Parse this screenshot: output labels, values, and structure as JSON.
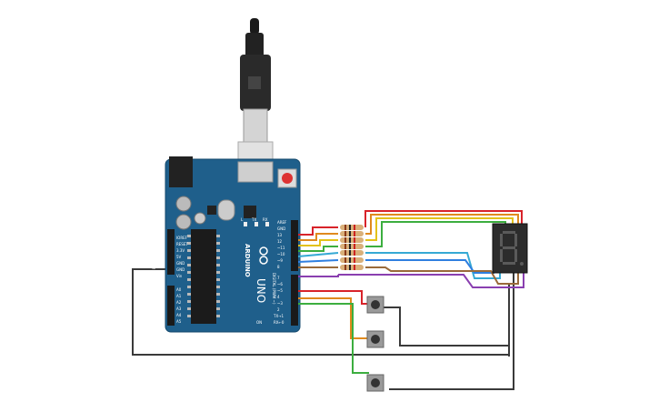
{
  "board": {
    "brand": "ARDUINO",
    "model": "UNO",
    "pwr_labels": [
      "IOREF",
      "RESET",
      "3.3V",
      "5V",
      "GND",
      "GND",
      "Vin"
    ],
    "analog_labels": [
      "A0",
      "A1",
      "A2",
      "A3",
      "A4",
      "A5"
    ],
    "top_labels": [
      "AREF",
      "GND",
      "13",
      "12",
      "~11",
      "~10",
      "~9",
      "8"
    ],
    "bottom_labels": [
      "7",
      "~6",
      "~5",
      "4",
      "~3",
      "2",
      "TX→1",
      "RX←0"
    ],
    "digital_caption": "DIGITAL (PWM ~)",
    "power_caption": "POWER",
    "analog_caption": "ANALOG IN",
    "led_labels": [
      "L",
      "TX",
      "RX"
    ],
    "on_label": "ON"
  },
  "display": {
    "digit": "8."
  },
  "colors": {
    "board": "#1f5f8b",
    "wire_red": "#d8232a",
    "wire_orange": "#e08a1e",
    "wire_yellow": "#e3c21a",
    "wire_green": "#3cae3f",
    "wire_cyan": "#35a9d4",
    "wire_blue": "#2f7fe0",
    "wire_brown": "#9a6a3a",
    "wire_purple": "#8a3fb0",
    "wire_black": "#3a3a3a"
  }
}
